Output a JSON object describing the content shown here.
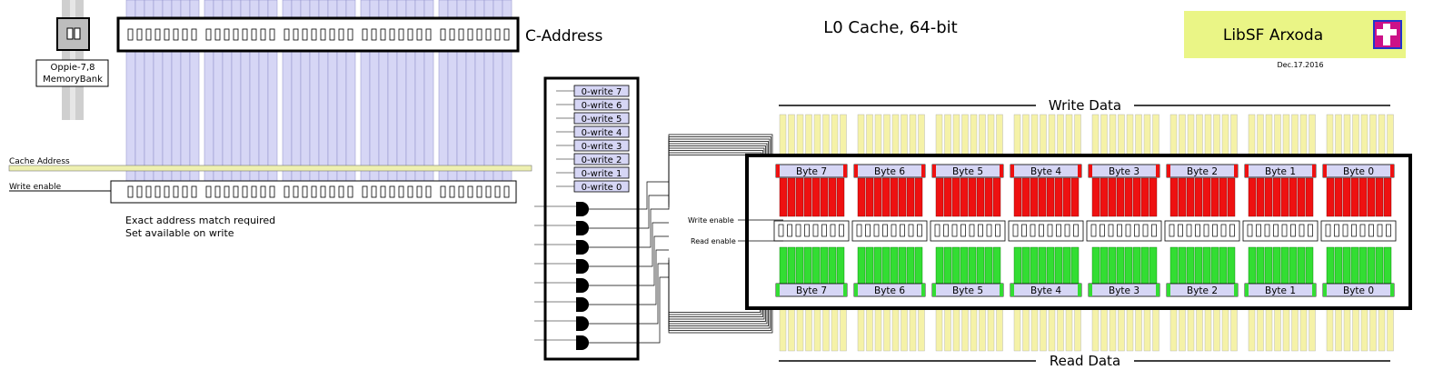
{
  "title": "L0 Cache, 64-bit",
  "brand": {
    "name": "LibSF Arxoda",
    "date": "Dec.17.2016",
    "icon": "cross-shield-icon",
    "bg_color": "#eaf586"
  },
  "left": {
    "memory_bank": [
      "Oppie-7,8",
      "MemoryBank"
    ],
    "c_address_label": "C-Address",
    "cache_address_label": "Cache Address",
    "write_enable_label": "Write enable",
    "notes": [
      "Exact address match required",
      "Set available on write"
    ]
  },
  "write_selectors": [
    "0-write 7",
    "0-write 6",
    "0-write 5",
    "0-write 4",
    "0-write 3",
    "0-write 2",
    "0-write 1",
    "0-write 0"
  ],
  "cache": {
    "write_data_label": "Write Data",
    "read_data_label": "Read Data",
    "write_enable_label": "Write enable",
    "read_enable_label": "Read enable",
    "bytes": [
      "Byte 7",
      "Byte 6",
      "Byte 5",
      "Byte 4",
      "Byte 3",
      "Byte 2",
      "Byte 1",
      "Byte 0"
    ]
  },
  "colors": {
    "address_lines": "#d6d6f5",
    "data_lines": "#f5f2a8",
    "write_regs": "#ee1111",
    "read_regs": "#33dd33",
    "byte_label_bg": "#d6d6f5",
    "cache_address_line": "#eef0b0"
  }
}
